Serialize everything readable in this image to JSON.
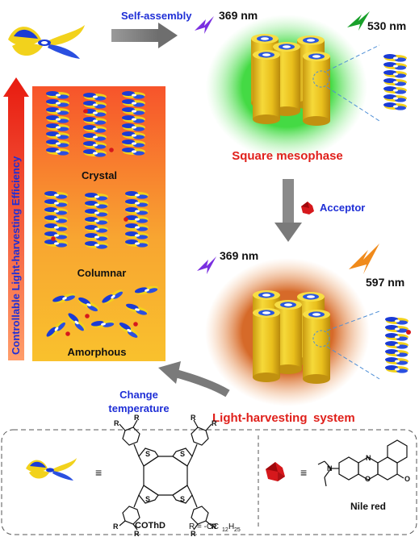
{
  "top": {
    "self_assembly": "Self-assembly",
    "excitation_top": "369 nm",
    "emission_top": "530 nm",
    "mesophase_label": "Square mesophase",
    "acceptor_label": "Acceptor",
    "excitation_bottom": "369 nm",
    "emission_bottom": "597 nm",
    "system_label_main": "Light-harvesting",
    "system_label_tail": "system",
    "change_line1": "Change",
    "change_line2": "temperature"
  },
  "left_panel": {
    "vertical_label": "Controllable  Light-harvesting  Efficiency",
    "phases": [
      "Crystal",
      "Columnar",
      "Amorphous"
    ]
  },
  "legend": {
    "equiv": "≡",
    "r_group": "R = -OC",
    "r_sub1": "12",
    "r_h": "H",
    "r_sub2": "25",
    "molecule_name": "COThD",
    "acceptor_name": "Nile red",
    "r_letters": [
      "R",
      "R",
      "R",
      "R",
      "R",
      "R",
      "R",
      "R"
    ],
    "s_letters": [
      "S",
      "S",
      "S",
      "S"
    ],
    "nile_o": "O",
    "nile_n": "N"
  },
  "colors": {
    "blue_label": "#1f2fd6",
    "red_label": "#e0201b",
    "yellow": "#f3d417",
    "cylinder": "#e8c21a"
  }
}
